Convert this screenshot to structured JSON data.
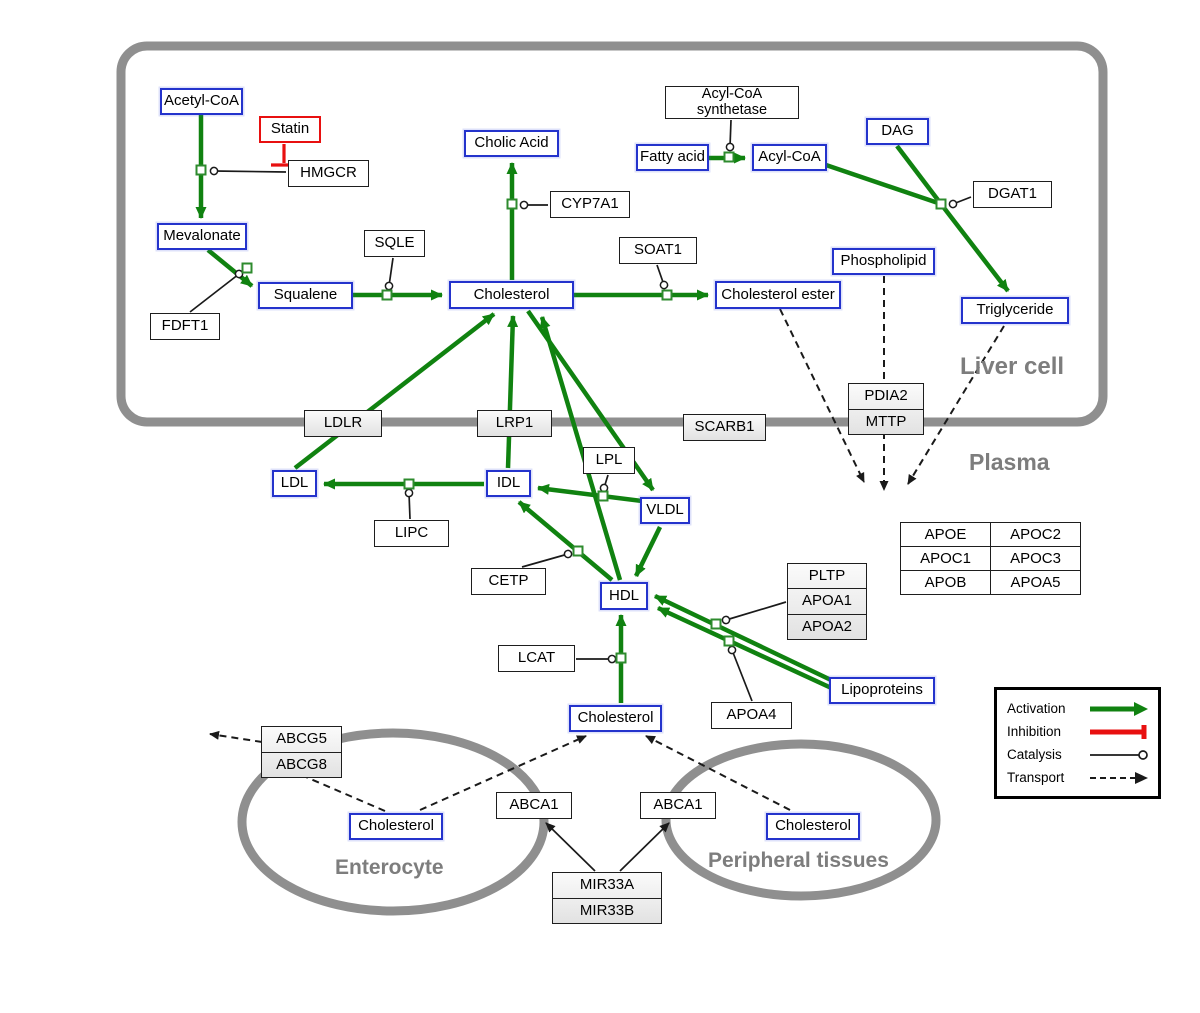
{
  "compartments": {
    "liver_label": "Liver cell",
    "plasma_label": "Plasma",
    "enterocyte_label": "Enterocyte",
    "peripheral_label": "Peripheral tissues"
  },
  "metabolites": {
    "acetyl_coa": "Acetyl-CoA",
    "mevalonate": "Mevalonate",
    "squalene": "Squalene",
    "cholic_acid": "Cholic Acid",
    "cholesterol_liver": "Cholesterol",
    "fatty_acid": "Fatty acid",
    "acyl_coa": "Acyl-CoA",
    "dag": "DAG",
    "phospholipid": "Phospholipid",
    "cholesterol_ester": "Cholesterol ester",
    "triglyceride": "Triglyceride",
    "ldl": "LDL",
    "idl": "IDL",
    "vldl": "VLDL",
    "hdl": "HDL",
    "cholesterol_plasma": "Cholesterol",
    "lipoproteins": "Lipoproteins",
    "cholesterol_enterocyte": "Cholesterol",
    "cholesterol_peripheral": "Cholesterol"
  },
  "enzymes": {
    "statin": "Statin",
    "hmgcr": "HMGCR",
    "sqle": "SQLE",
    "cyp7a1": "CYP7A1",
    "fdft1": "FDFT1",
    "soat1": "SOAT1",
    "acyl_coa_synthetase_line1": "Acyl-CoA",
    "acyl_coa_synthetase_line2": "synthetase",
    "dgat1": "DGAT1",
    "pdia2": "PDIA2",
    "mttp": "MTTP",
    "ldlr": "LDLR",
    "lrp1": "LRP1",
    "scarb1": "SCARB1",
    "lpl": "LPL",
    "lipc": "LIPC",
    "cetp": "CETP",
    "lcat": "LCAT",
    "pltp": "PLTP",
    "apoa1": "APOA1",
    "apoa2": "APOA2",
    "apoa4": "APOA4",
    "abcg5": "ABCG5",
    "abcg8": "ABCG8",
    "abca1_left": "ABCA1",
    "abca1_right": "ABCA1",
    "mir33a": "MIR33A",
    "mir33b": "MIR33B"
  },
  "apo_table": {
    "rows": [
      [
        "APOE",
        "APOC2"
      ],
      [
        "APOC1",
        "APOC3"
      ],
      [
        "APOB",
        "APOA5"
      ]
    ]
  },
  "legend": {
    "activation": "Activation",
    "inhibition": "Inhibition",
    "catalysis": "Catalysis",
    "transport": "Transport"
  },
  "colors": {
    "activation_green": "#108210",
    "inhibition_red": "#e81010",
    "metabolite_border_blue": "#2433cc",
    "compartment_gray": "#8f8f8f"
  }
}
